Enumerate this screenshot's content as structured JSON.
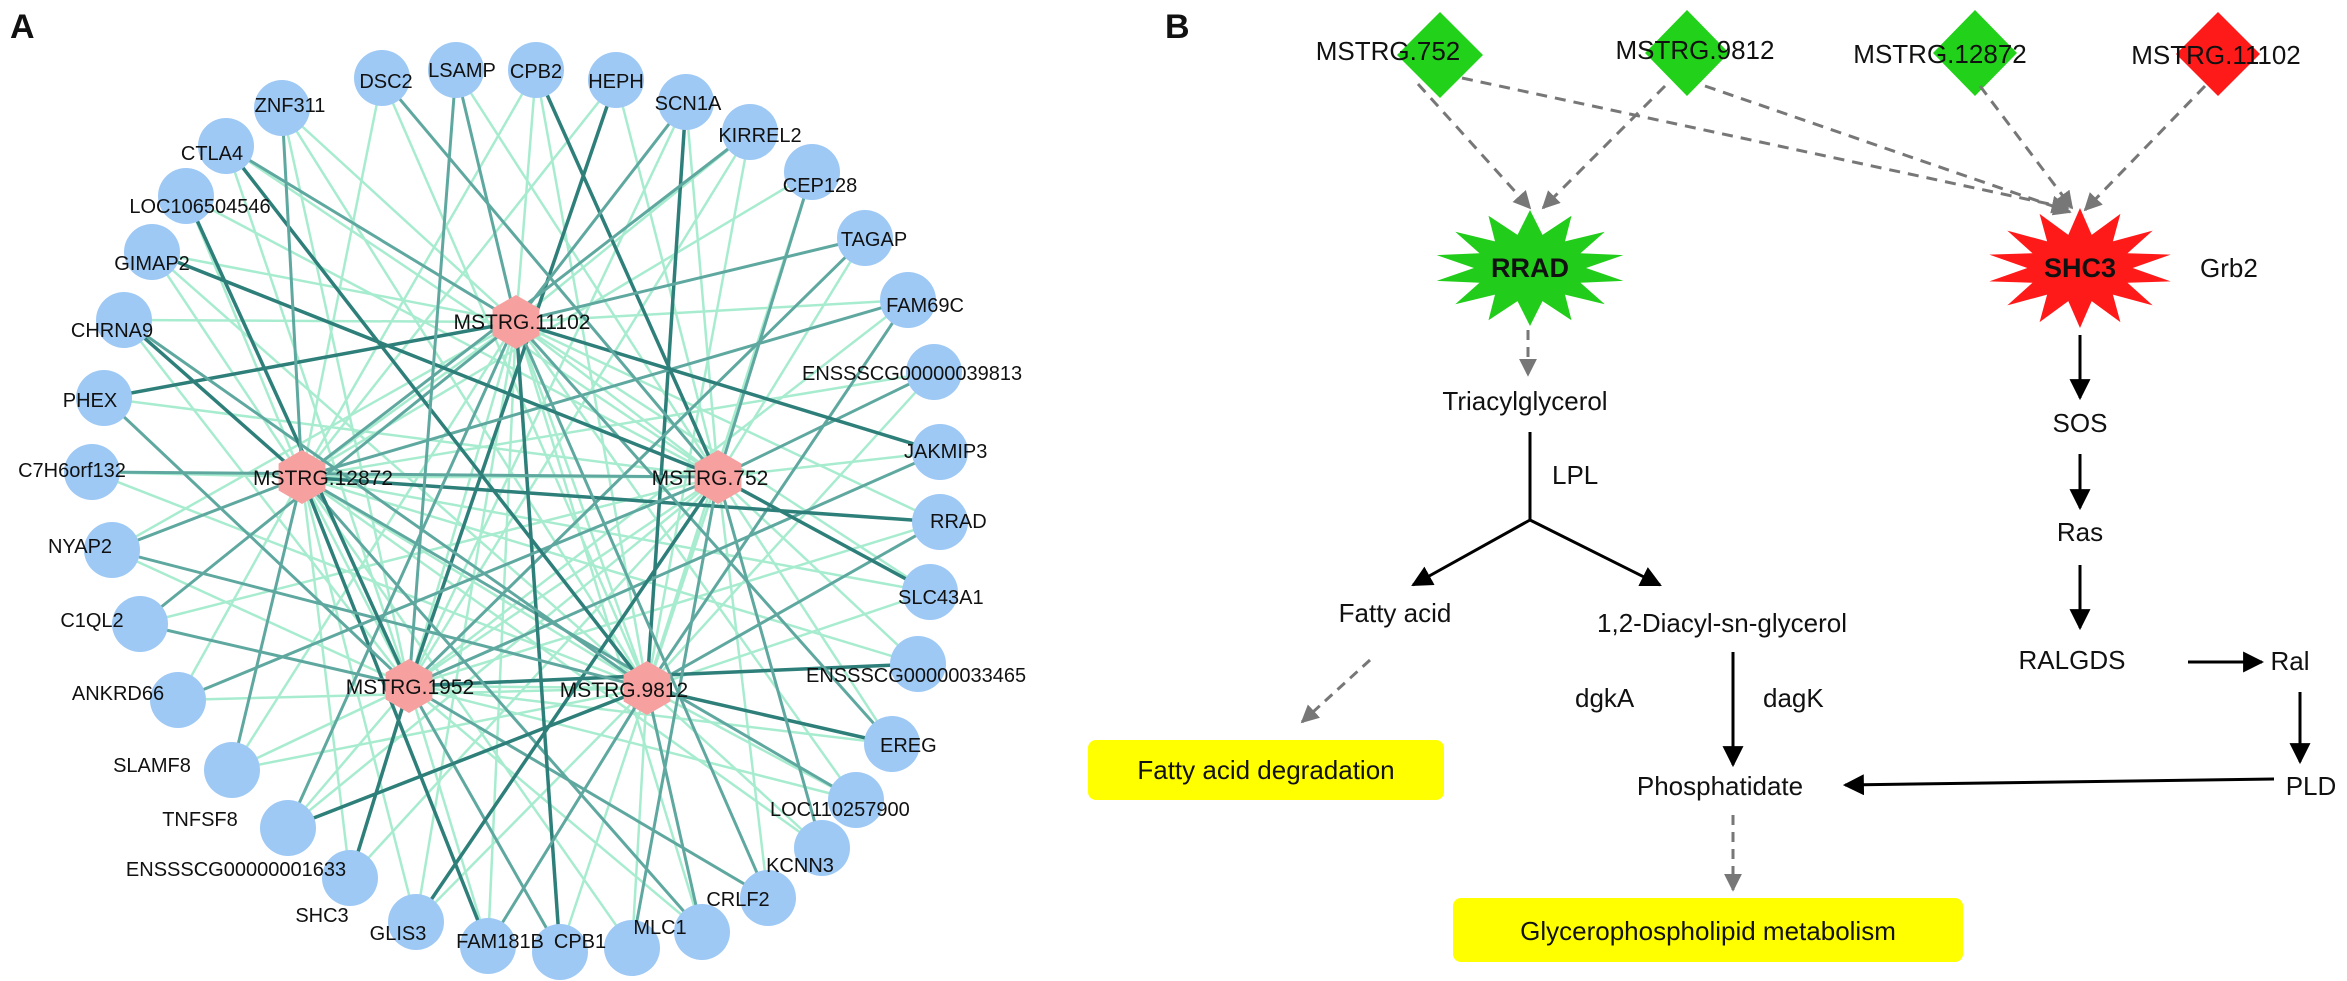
{
  "panel_a": {
    "letter": "A",
    "hubs": [
      "MSTRG.11102",
      "MSTRG.12872",
      "MSTRG.752",
      "MSTRG.1952",
      "MSTRG.9812"
    ],
    "genes": [
      "DSC2",
      "LSAMP",
      "CPB2",
      "HEPH",
      "SCN1A",
      "ZNF311",
      "KIRREL2",
      "CTLA4",
      "CEP128",
      "LOC106504546",
      "TAGAP",
      "GIMAP2",
      "FAM69C",
      "CHRNA9",
      "ENSSSCG00000039813",
      "PHEX",
      "JAKMIP3",
      "C7H6orf132",
      "RRAD",
      "NYAP2",
      "SLC43A1",
      "C1QL2",
      "ENSSSCG00000033465",
      "ANKRD66",
      "EREG",
      "SLAMF8",
      "LOC110257900",
      "TNFSF8",
      "KCNN3",
      "ENSSSCG00000001633",
      "CRLF2",
      "SHC3",
      "MLC1",
      "GLIS3",
      "FAM181B",
      "CPB1"
    ],
    "colors": {
      "gene_node": "#9ec9f5",
      "hub_node": "#f6a0a0",
      "edge_dark": "#2e7f7a",
      "edge_mid": "#5fa8a0",
      "edge_light": "#a8ecd0"
    }
  },
  "panel_b": {
    "letter": "B",
    "diamonds": [
      {
        "label": "MSTRG.752",
        "color": "#22d11a"
      },
      {
        "label": "MSTRG.9812",
        "color": "#22d11a"
      },
      {
        "label": "MSTRG.12872",
        "color": "#22d11a"
      },
      {
        "label": "MSTRG.11102",
        "color": "#ff1a1a"
      }
    ],
    "stars": [
      {
        "label": "RRAD",
        "color": "#22cc1a"
      },
      {
        "label": "SHC3",
        "color": "#ff1a1a"
      }
    ],
    "labels": {
      "grb2": "Grb2",
      "triacylglycerol": "Triacylglycerol",
      "lpl": "LPL",
      "fatty_acid": "Fatty acid",
      "diacyl": "1,2-Diacyl-sn-glycerol",
      "dgka": "dgkA",
      "dagk": "dagK",
      "phosphatidate": "Phosphatidate",
      "sos": "SOS",
      "ras": "Ras",
      "ralgds": "RALGDS",
      "ral": "Ral",
      "pld": "PLD"
    },
    "boxes": {
      "fatty_acid_degradation": "Fatty acid degradation",
      "glycerophospholipid": "Glycerophospholipid metabolism"
    },
    "colors": {
      "box_fill": "#ffff00",
      "dashed_arrow": "#777777",
      "solid_arrow": "#000000"
    }
  }
}
